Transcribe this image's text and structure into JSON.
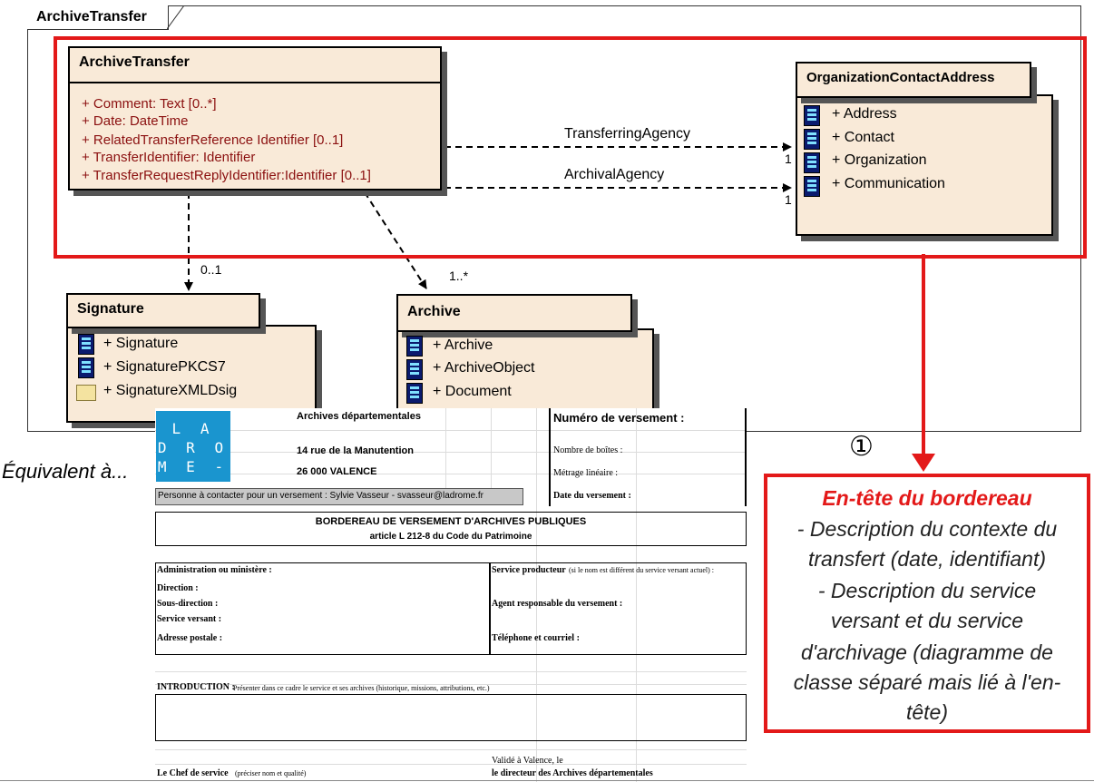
{
  "package": {
    "title": "ArchiveTransfer"
  },
  "archive_transfer_class": {
    "name": "ArchiveTransfer",
    "attributes": [
      "+ Comment:  Text [0..*]",
      "+ Date:  DateTime",
      "+ RelatedTransferReference Identifier [0..1]",
      "+ TransferIdentifier:  Identifier",
      "+ TransferRequestReplyIdentifier:Identifier [0..1]"
    ]
  },
  "org_contact_class": {
    "name": "OrganizationContactAddress",
    "members": [
      "+ Address",
      "+ Contact",
      "+ Organization",
      "+ Communication"
    ]
  },
  "signature_class": {
    "name": "Signature",
    "members": [
      "+ Signature",
      "+ SignaturePKCS7",
      "+ SignatureXMLDsig"
    ]
  },
  "archive_class": {
    "name": "Archive",
    "members": [
      "+ Archive",
      "+ ArchiveObject",
      "+ Document"
    ]
  },
  "associations": {
    "transferring": {
      "label": "TransferringAgency",
      "mult": "1"
    },
    "archival": {
      "label": "ArchivalAgency",
      "mult": "1"
    },
    "signature": {
      "mult": "0..1"
    },
    "archive": {
      "mult": "1..*"
    }
  },
  "equivalent_label": "Équivalent à...",
  "circle_number": "①",
  "note": {
    "title": "En-tête du bordereau",
    "lines": [
      "- Description du contexte du",
      "transfert (date, identifiant)",
      "- Description du service",
      "versant et du service",
      "d'archivage (diagramme de",
      "classe séparé mais lié à l'en-",
      "tête)"
    ]
  },
  "form": {
    "logo_lines": [
      "L A",
      "D R O",
      "M E -"
    ],
    "logo_dash": "-",
    "org_name": "Archives départementales",
    "address1": "14 rue de la Manutention",
    "address2": "26 000 VALENCE",
    "contact": "Personne à contacter pour un versement :  Sylvie Vasseur - svasseur@ladrome.fr",
    "numero": "Numéro de versement :",
    "nb_boites": "Nombre de boîtes :",
    "metrage": "Métrage linéaire :",
    "date_versement": "Date du versement :",
    "bordereau_title": "BORDEREAU DE VERSEMENT D'ARCHIVES PUBLIQUES",
    "article": "article L 212-8 du Code du Patrimoine",
    "administration": "Administration ou ministère :",
    "direction": "Direction :",
    "sous_direction": "Sous-direction :",
    "service_versant": "Service versant :",
    "adresse_postale": "Adresse postale :",
    "service_producteur": "Service producteur",
    "service_producteur_note": "(si le nom est différent du service versant actuel) :",
    "agent": "Agent responsable du versement :",
    "telephone": "Téléphone et courriel :",
    "introduction": "INTRODUCTION :",
    "introduction_note": "Présenter dans ce cadre le service et ses archives (historique, missions, attributions, etc.)",
    "valide": "Validé à Valence, le",
    "chef": "Le Chef de service",
    "chef_note": "(préciser nom et qualité)",
    "directeur": "le directeur des Archives départementales"
  }
}
